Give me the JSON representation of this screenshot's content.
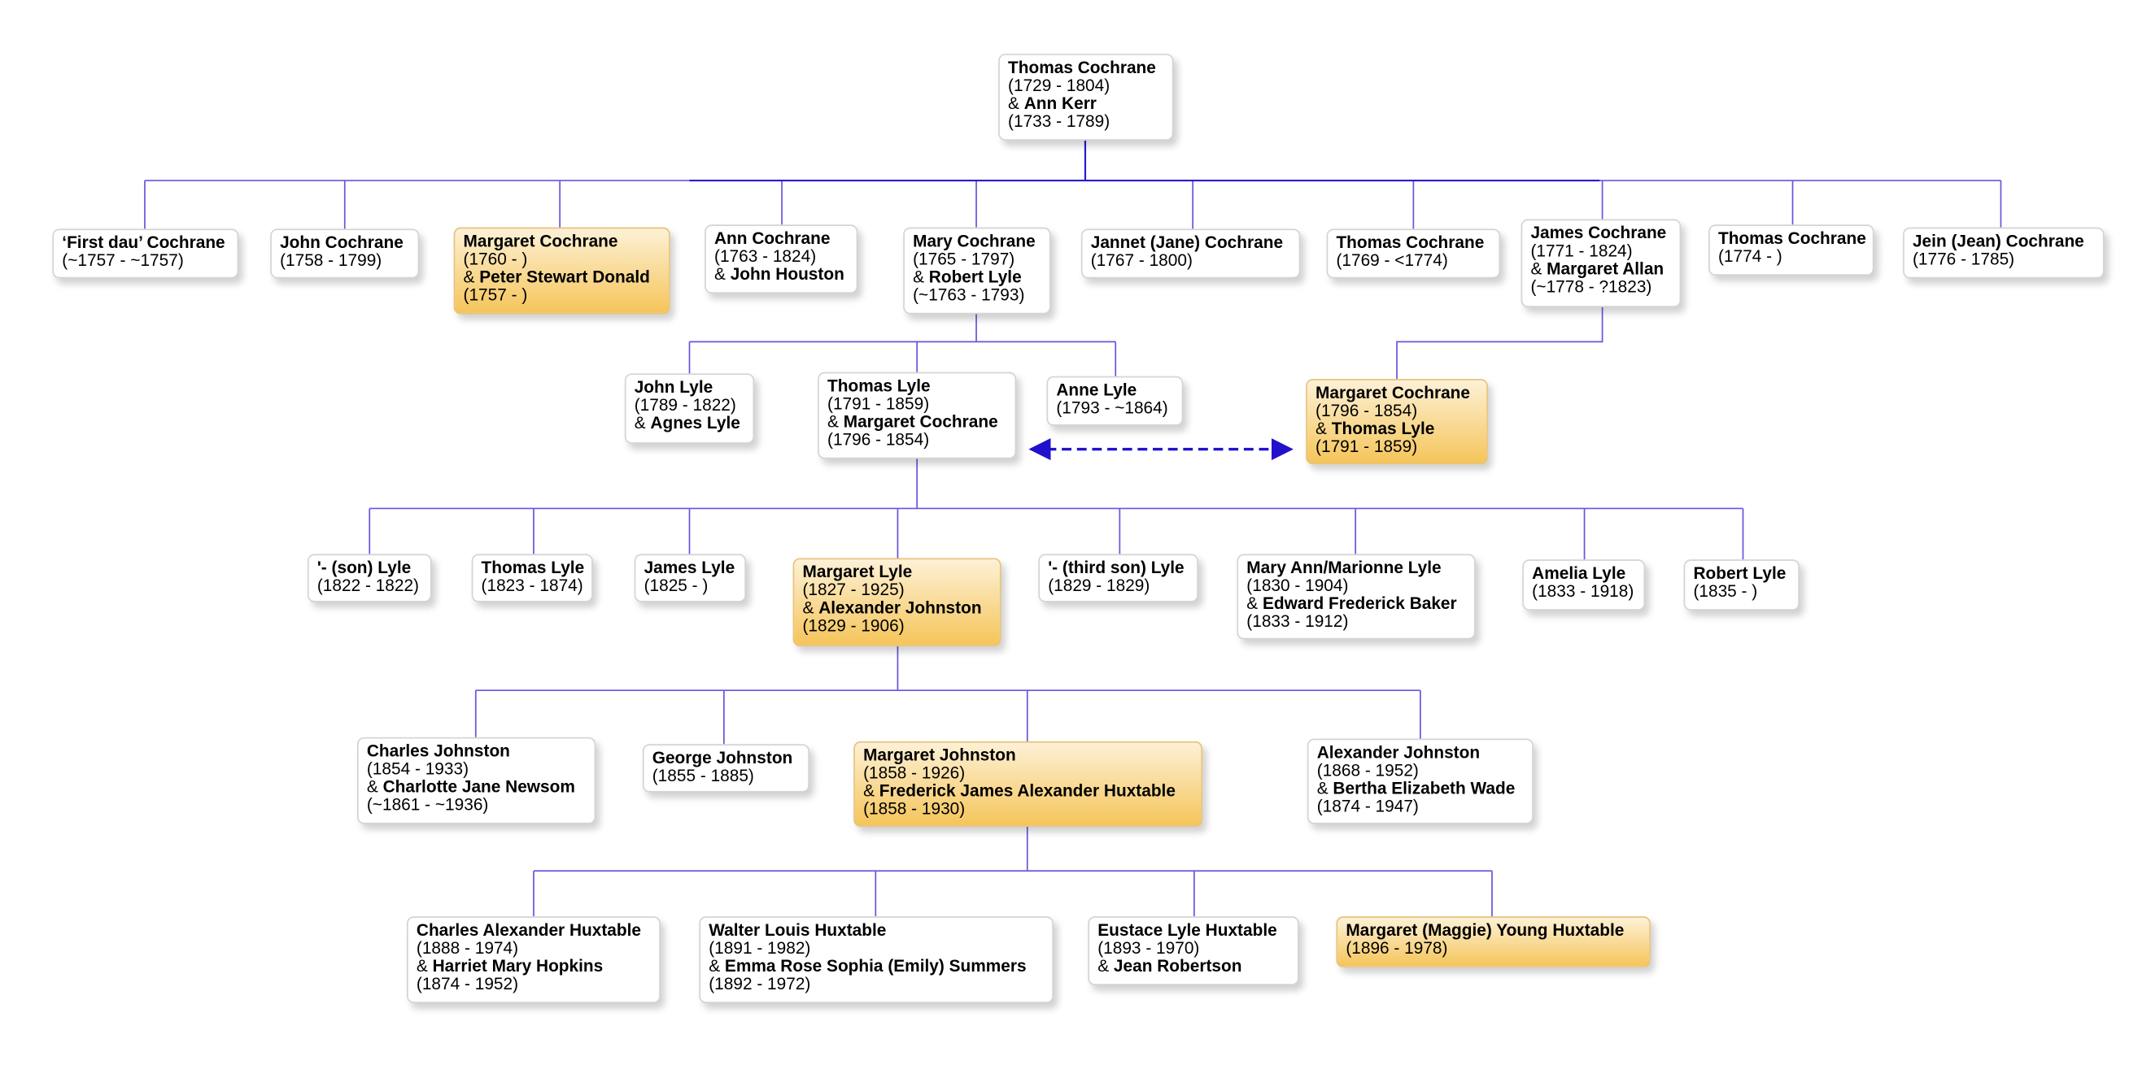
{
  "title": "Family tree of Thomas Cochrane",
  "colors": {
    "line": "#3322cc",
    "highlight_top": "#fdf1d6",
    "highlight_bottom": "#f5c55a"
  },
  "people": [
    {
      "id": "root",
      "name": "Thomas Cochrane",
      "dates": "(1729 - 1804)",
      "spouse": "Ann Kerr",
      "spouse_dates": "(1733 - 1789)",
      "highlighted": false
    },
    {
      "id": "g1a",
      "name": "‘First dau’ Cochrane",
      "dates": "(~1757 - ~1757)",
      "highlighted": false
    },
    {
      "id": "g1b",
      "name": "John Cochrane",
      "dates": "(1758 - 1799)",
      "highlighted": false
    },
    {
      "id": "g1c",
      "name": "Margaret Cochrane",
      "dates": "(1760 - )",
      "spouse": "Peter Stewart Donald",
      "spouse_dates": "(1757 - )",
      "highlighted": true
    },
    {
      "id": "g1d",
      "name": "Ann Cochrane",
      "dates": "(1763 - 1824)",
      "spouse": "John Houston",
      "highlighted": false
    },
    {
      "id": "g1e",
      "name": "Mary Cochrane",
      "dates": "(1765 - 1797)",
      "spouse": "Robert Lyle",
      "spouse_dates": "(~1763 - 1793)",
      "highlighted": false
    },
    {
      "id": "g1f",
      "name": "Jannet (Jane) Cochrane",
      "dates": "(1767 - 1800)",
      "highlighted": false
    },
    {
      "id": "g1g",
      "name": "Thomas Cochrane",
      "dates": "(1769 - <1774)",
      "highlighted": false
    },
    {
      "id": "g1h",
      "name": "James Cochrane",
      "dates": "(1771 - 1824)",
      "spouse": "Margaret Allan",
      "spouse_dates": "(~1778 - ?1823)",
      "highlighted": false
    },
    {
      "id": "g1i",
      "name": "Thomas Cochrane",
      "dates": "(1774 - )",
      "highlighted": false
    },
    {
      "id": "g1j",
      "name": "Jein (Jean) Cochrane",
      "dates": "(1776 - 1785)",
      "highlighted": false
    },
    {
      "id": "g2a",
      "name": "John Lyle",
      "dates": "(1789 - 1822)",
      "spouse": "Agnes Lyle",
      "highlighted": false
    },
    {
      "id": "g2b",
      "name": "Thomas Lyle",
      "dates": "(1791 - 1859)",
      "spouse": "Margaret Cochrane",
      "spouse_dates": "(1796 - 1854)",
      "highlighted": false
    },
    {
      "id": "g2c",
      "name": "Anne Lyle",
      "dates": "(1793 - ~1864)",
      "highlighted": false
    },
    {
      "id": "g2d",
      "name": "Margaret Cochrane",
      "dates": "(1796 - 1854)",
      "spouse": "Thomas Lyle",
      "spouse_dates": "(1791 - 1859)",
      "highlighted": true
    },
    {
      "id": "g3a",
      "name": "'- (son) Lyle",
      "dates": "(1822 - 1822)",
      "highlighted": false
    },
    {
      "id": "g3b",
      "name": "Thomas Lyle",
      "dates": "(1823 - 1874)",
      "highlighted": false
    },
    {
      "id": "g3c",
      "name": "James Lyle",
      "dates": "(1825 - )",
      "highlighted": false
    },
    {
      "id": "g3d",
      "name": "Margaret Lyle",
      "dates": "(1827 - 1925)",
      "spouse": "Alexander Johnston",
      "spouse_dates": "(1829 - 1906)",
      "highlighted": true
    },
    {
      "id": "g3e",
      "name": "'- (third son) Lyle",
      "dates": "(1829 - 1829)",
      "highlighted": false
    },
    {
      "id": "g3f",
      "name": "Mary Ann/Marionne Lyle",
      "dates": "(1830 - 1904)",
      "spouse": "Edward Frederick Baker",
      "spouse_dates": "(1833 - 1912)",
      "highlighted": false
    },
    {
      "id": "g3g",
      "name": "Amelia Lyle",
      "dates": "(1833 - 1918)",
      "highlighted": false
    },
    {
      "id": "g3h",
      "name": "Robert Lyle",
      "dates": "(1835 - )",
      "highlighted": false
    },
    {
      "id": "g4a",
      "name": "Charles Johnston",
      "dates": "(1854 - 1933)",
      "spouse": "Charlotte Jane Newsom",
      "spouse_dates": "(~1861 - ~1936)",
      "highlighted": false
    },
    {
      "id": "g4b",
      "name": "George Johnston",
      "dates": "(1855 - 1885)",
      "highlighted": false
    },
    {
      "id": "g4c",
      "name": "Margaret Johnston",
      "dates": "(1858 - 1926)",
      "spouse": "Frederick James Alexander Huxtable",
      "spouse_dates": "(1858 - 1930)",
      "highlighted": true
    },
    {
      "id": "g4d",
      "name": "Alexander Johnston",
      "dates": "(1868 - 1952)",
      "spouse": "Bertha Elizabeth Wade",
      "spouse_dates": "(1874 - 1947)",
      "highlighted": false
    },
    {
      "id": "g5a",
      "name": "Charles Alexander Huxtable",
      "dates": "(1888 - 1974)",
      "spouse": "Harriet Mary Hopkins",
      "spouse_dates": "(1874 - 1952)",
      "highlighted": false
    },
    {
      "id": "g5b",
      "name": "Walter Louis Huxtable",
      "dates": "(1891 - 1982)",
      "spouse": "Emma Rose Sophia (Emily) Summers",
      "spouse_dates": "(1892 - 1972)",
      "highlighted": false
    },
    {
      "id": "g5c",
      "name": "Eustace Lyle Huxtable",
      "dates": "(1893 - 1970)",
      "spouse": "Jean Robertson",
      "highlighted": false
    },
    {
      "id": "g5d",
      "name": "Margaret (Maggie) Young Huxtable",
      "dates": "(1896 - 1978)",
      "highlighted": true
    }
  ],
  "amp": "& "
}
